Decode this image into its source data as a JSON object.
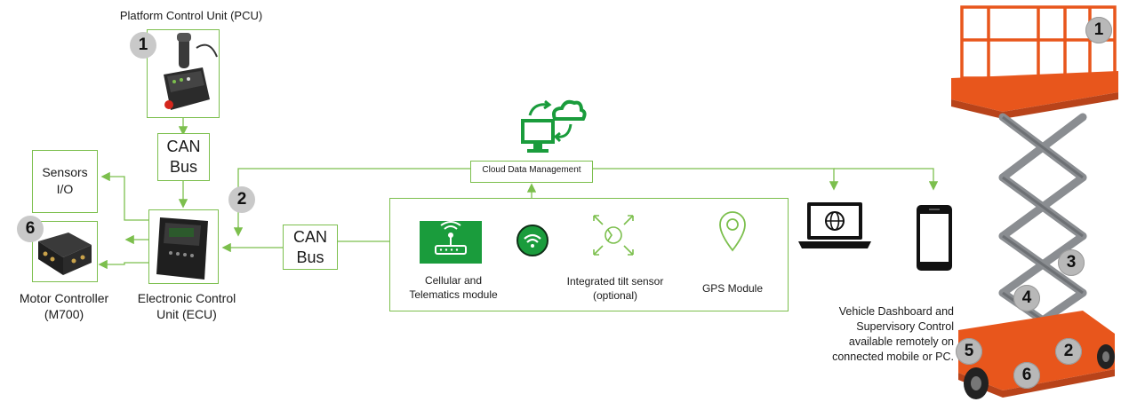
{
  "pcu": {
    "title": "Platform Control Unit (PCU)",
    "num": "1"
  },
  "can_top": {
    "line1": "CAN",
    "line2": "Bus"
  },
  "sensors": {
    "line1": "Sensors",
    "line2": "I/O"
  },
  "ecu": {
    "num": "2",
    "line1": "Electronic Control",
    "line2": "Unit (ECU)"
  },
  "motor": {
    "num": "6",
    "line1": "Motor Controller",
    "line2": "(M700)"
  },
  "can_mid": {
    "line1": "CAN",
    "line2": "Bus"
  },
  "cloud": {
    "label": "Cloud Data Management"
  },
  "telematics": {
    "line1": "Cellular and",
    "line2": "Telematics module"
  },
  "tilt": {
    "line1": "Integrated tilt sensor",
    "line2": "(optional)"
  },
  "gps": {
    "label": "GPS Module"
  },
  "remote": {
    "line1": "Vehicle Dashboard and",
    "line2": "Supervisory Control",
    "line3": "available remotely on",
    "line4": "connected mobile or PC."
  },
  "lift_nums": [
    "1",
    "3",
    "4",
    "5",
    "2",
    "6"
  ],
  "colors": {
    "accent": "#7cbf4d",
    "green_dark": "#1a9c3c",
    "orange": "#e8561c",
    "steel": "#8a8d91"
  }
}
